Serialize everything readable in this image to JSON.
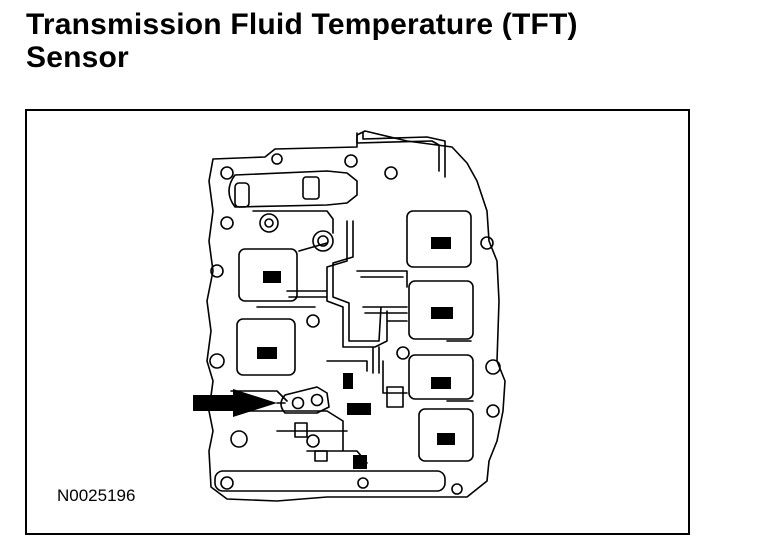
{
  "page": {
    "title_line1": "Transmission Fluid Temperature (TFT)",
    "title_line2": "Sensor"
  },
  "figure": {
    "reference_id": "N0025196",
    "callout_icon": "arrow-right-icon"
  },
  "colors": {
    "line": "#000000",
    "background": "#ffffff"
  }
}
